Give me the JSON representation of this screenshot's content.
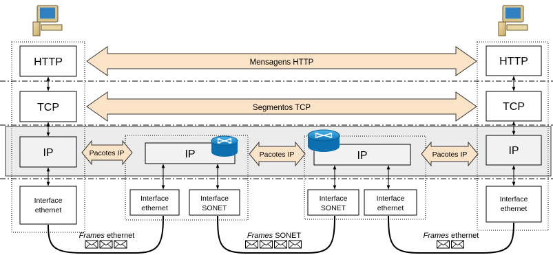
{
  "layers": {
    "application": {
      "message": "Mensagens HTTP"
    },
    "transport": {
      "message": "Segmentos TCP"
    },
    "network": {
      "packets": [
        "Pacotes IP",
        "Pacotes IP",
        "Pacotes IP"
      ]
    }
  },
  "hosts": {
    "left": {
      "http": "HTTP",
      "tcp": "TCP",
      "ip": "IP",
      "interface": [
        "Interface",
        "ethernet"
      ]
    },
    "right": {
      "http": "HTTP",
      "tcp": "TCP",
      "ip": "IP",
      "interface": [
        "Interface",
        "ethernet"
      ]
    }
  },
  "routers": {
    "r1": {
      "ip": "IP",
      "if_a": [
        "Interface",
        "ethernet"
      ],
      "if_b": [
        "Interface",
        "SONET"
      ]
    },
    "r2": {
      "ip": "IP",
      "if_a": [
        "Interface",
        "SONET"
      ],
      "if_b": [
        "Interface",
        "ethernet"
      ]
    }
  },
  "links": [
    {
      "prefix": "Frames",
      "suffix": " ethernet",
      "envelopes": 3
    },
    {
      "prefix": "Frames",
      "suffix": " SONET",
      "envelopes": 4
    },
    {
      "prefix": "Frames",
      "suffix": " ethernet",
      "envelopes": 2
    }
  ],
  "colors": {
    "arrow_fill": "#fbe3c8",
    "arrow_stroke": "#333333",
    "network_band": "#ececec",
    "box_fill": "#ffffff",
    "ip_box_fill": "#f2f2f2",
    "router": "#1e9ad8"
  }
}
